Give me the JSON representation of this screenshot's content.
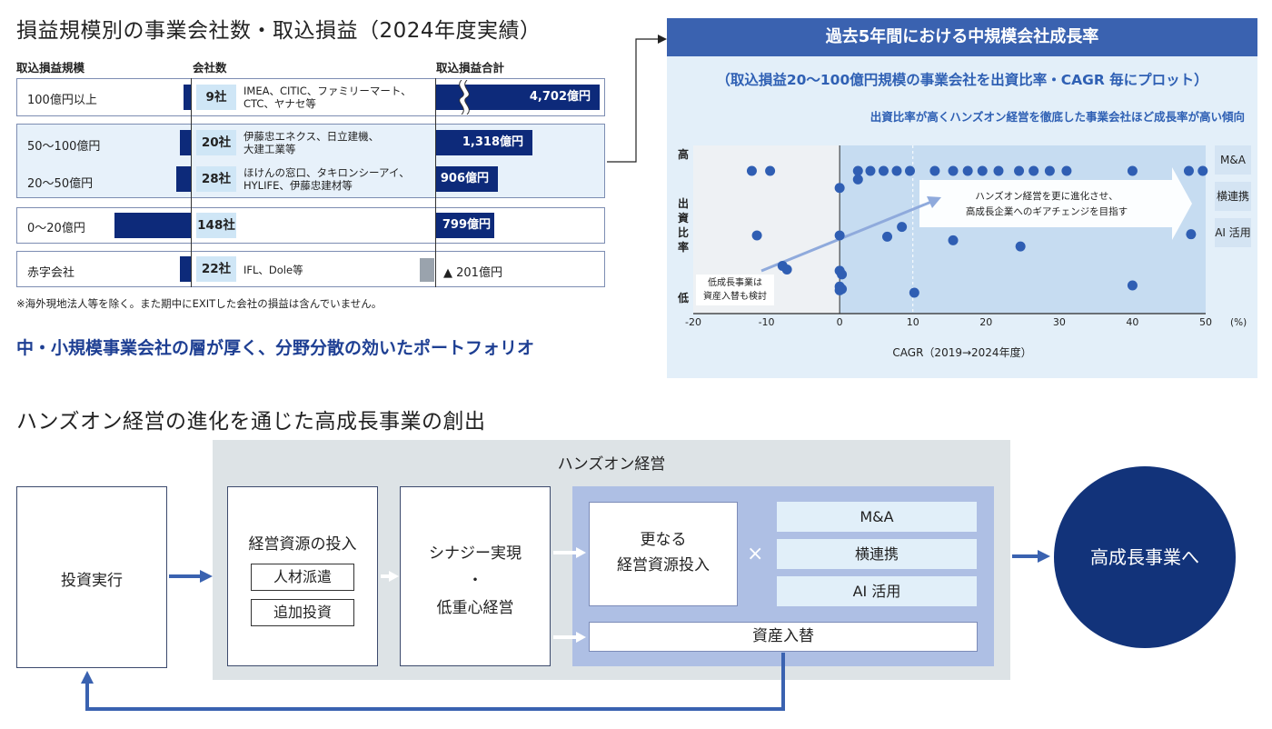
{
  "top_table": {
    "title": "損益規模別の事業会社数・取込損益（2024年度実績）",
    "col_headers": {
      "size": "取込損益規模",
      "count": "会社数",
      "profit": "取込損益合計"
    },
    "rows": [
      {
        "size": "100億円以上",
        "count": "9社",
        "examples": [
          "IMEA、CITIC、ファミリーマート、",
          "CTC、ヤナセ等"
        ],
        "profit": "4,702億円"
      },
      {
        "size": "50〜100億円",
        "count": "20社",
        "examples": [
          "伊藤忠エネクス、日立建機、",
          "大建工業等"
        ],
        "profit": "1,318億円"
      },
      {
        "size": "20〜50億円",
        "count": "28社",
        "examples": [
          "ほけんの窓口、タキロンシーアイ、",
          "HYLIFE、伊藤忠建材等"
        ],
        "profit": "906億円"
      },
      {
        "size": "0〜20億円",
        "count": "148社",
        "examples": [],
        "profit": "799億円"
      },
      {
        "size": "赤字会社",
        "count": "22社",
        "examples": [
          "IFL、Dole等"
        ],
        "profit": "▲ 201億円"
      }
    ],
    "note": "※海外現地法人等を除く。また期中にEXITした会社の損益は含んでいません。",
    "tagline": "中・小規模事業会社の層が厚く、分野分散の効いたポートフォリオ"
  },
  "chart_panel": {
    "header": "過去5年間における中規模会社成長率",
    "subtitle": "（取込損益20〜100億円規模の事業会社を出資比率・CAGR 毎にプロット）",
    "note": "出資比率が高くハンズオン経営を徹底した事業会社ほど成長率が高い傾向",
    "arrow_text": [
      "ハンズオン経営を更に進化させ、",
      "高成長企業へのギアチェンジを目指す"
    ],
    "low_label": [
      "低成長事業は",
      "資産入替も検討"
    ],
    "chips": [
      "M&A",
      "横連携",
      "AI 活用"
    ]
  },
  "chart_data": {
    "type": "scatter",
    "xlabel": "CAGR（2019→2024年度）",
    "x_unit": "(%)",
    "ylabel": "出資比率",
    "y_high": "高",
    "y_low": "低",
    "xlim": [
      -20,
      50
    ],
    "x_ticks": [
      -20,
      -10,
      0,
      10,
      20,
      30,
      40,
      50
    ],
    "ylim": [
      0,
      1
    ],
    "grid": false,
    "points": [
      {
        "x": -12,
        "y": 1.0
      },
      {
        "x": -9.5,
        "y": 1.0
      },
      {
        "x": 2.5,
        "y": 1.0
      },
      {
        "x": 4.2,
        "y": 1.0
      },
      {
        "x": 6,
        "y": 1.0
      },
      {
        "x": 7.8,
        "y": 1.0
      },
      {
        "x": 9.6,
        "y": 1.0
      },
      {
        "x": 13,
        "y": 1.0
      },
      {
        "x": 15.5,
        "y": 1.0
      },
      {
        "x": 17.5,
        "y": 1.0
      },
      {
        "x": 19.5,
        "y": 1.0
      },
      {
        "x": 21.7,
        "y": 1.0
      },
      {
        "x": 24.5,
        "y": 1.0
      },
      {
        "x": 26.5,
        "y": 1.0
      },
      {
        "x": 28.7,
        "y": 1.0
      },
      {
        "x": 31,
        "y": 1.0
      },
      {
        "x": 40,
        "y": 1.0
      },
      {
        "x": 47.7,
        "y": 1.0
      },
      {
        "x": 49.6,
        "y": 1.0
      },
      {
        "x": 2.5,
        "y": 0.93
      },
      {
        "x": 0,
        "y": 0.86
      },
      {
        "x": 8.5,
        "y": 0.54
      },
      {
        "x": 6.5,
        "y": 0.46
      },
      {
        "x": 0,
        "y": 0.47
      },
      {
        "x": -11.3,
        "y": 0.47
      },
      {
        "x": 15.5,
        "y": 0.43
      },
      {
        "x": 24.7,
        "y": 0.38
      },
      {
        "x": 48,
        "y": 0.48
      },
      {
        "x": -7.8,
        "y": 0.22
      },
      {
        "x": -7.2,
        "y": 0.19
      },
      {
        "x": 0,
        "y": 0.18
      },
      {
        "x": 0.3,
        "y": 0.15
      },
      {
        "x": 0,
        "y": 0.05
      },
      {
        "x": 0,
        "y": 0.02
      },
      {
        "x": 0.3,
        "y": 0.03
      },
      {
        "x": 10.2,
        "y": 0.0
      },
      {
        "x": 40,
        "y": 0.06
      }
    ]
  },
  "bottom": {
    "title": "ハンズオン経営の進化を通じた高成長事業の創出",
    "invest": "投資実行",
    "handson_title": "ハンズオン経営",
    "resource_title": "経営資源の投入",
    "resource_items": [
      "人材派遣",
      "追加投資"
    ],
    "synergy": [
      "シナジー実現",
      "・",
      "低重心経営"
    ],
    "further": [
      "更なる",
      "経営資源投入"
    ],
    "times": "×",
    "levers": [
      "M&A",
      "横連携",
      "AI 活用"
    ],
    "asset_swap": "資産入替",
    "result": "高成長事業へ"
  }
}
